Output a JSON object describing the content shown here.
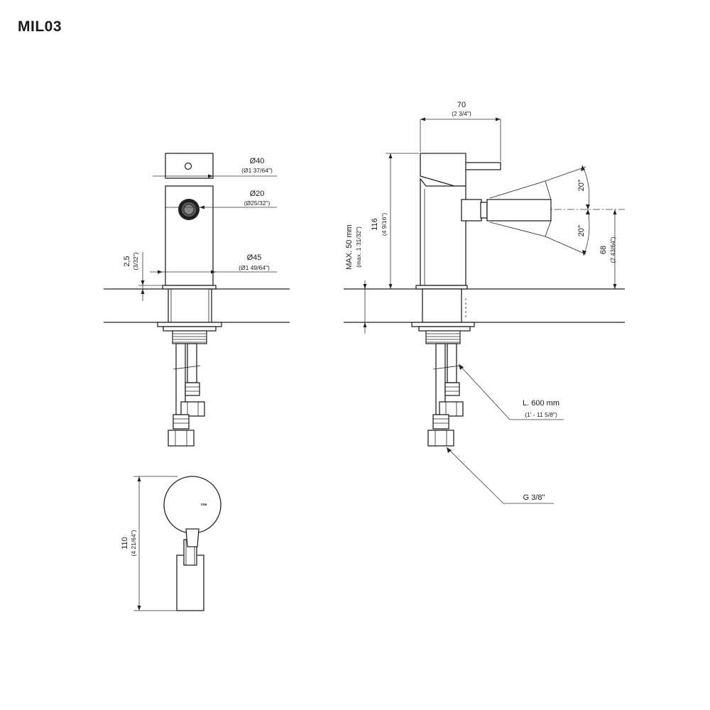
{
  "title": "MIL03",
  "brand_mark": "cea",
  "dimensions": {
    "d40": {
      "value": "Ø40",
      "inch": "(Ø1 37/64\")"
    },
    "d20": {
      "value": "Ø20",
      "inch": "(Ø25/32\")"
    },
    "d45": {
      "value": "Ø45",
      "inch": "(Ø1 49/64\")"
    },
    "h2_5": {
      "value": "2,5",
      "inch": "(3/32\")"
    },
    "w70": {
      "value": "70",
      "inch": "(2 3/4\")"
    },
    "h116": {
      "value": "116",
      "inch": "(4 9/16\")"
    },
    "max50": {
      "value": "MAX. 50 mm",
      "inch": "(max. 1 31/32\")"
    },
    "angle_up": {
      "value": "20°"
    },
    "angle_dn": {
      "value": "20°"
    },
    "h68": {
      "value": "68",
      "inch": "(2 43/64\")"
    },
    "hose": {
      "value": "L. 600 mm",
      "inch": "(1' - 11 5/8\")"
    },
    "thread": {
      "value": "G 3/8\""
    },
    "d110": {
      "value": "110",
      "inch": "(4 21/64\")"
    }
  }
}
